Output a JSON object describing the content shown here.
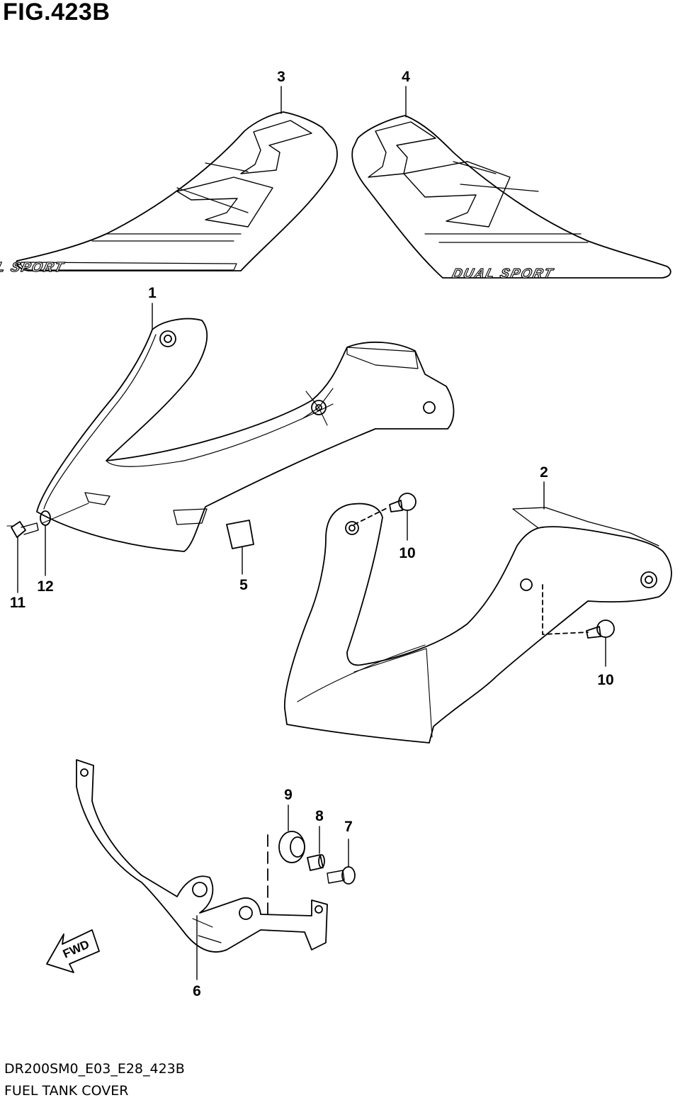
{
  "figure": {
    "title": "FIG.423B",
    "code": "DR200SM0_E03_E28_423B",
    "caption": "FUEL TANK COVER"
  },
  "callouts": [
    {
      "id": "c1",
      "label": "1",
      "part": "fuel tank cover, left"
    },
    {
      "id": "c2",
      "label": "2",
      "part": "fuel tank cover, right"
    },
    {
      "id": "c3",
      "label": "3",
      "part": "emblem, left"
    },
    {
      "id": "c4",
      "label": "4",
      "part": "emblem, right"
    },
    {
      "id": "c5",
      "label": "5",
      "part": "cushion"
    },
    {
      "id": "c6",
      "label": "6",
      "part": "bracket"
    },
    {
      "id": "c7",
      "label": "7",
      "part": "bolt"
    },
    {
      "id": "c8",
      "label": "8",
      "part": "spacer"
    },
    {
      "id": "c9",
      "label": "9",
      "part": "grommet"
    },
    {
      "id": "c10a",
      "label": "10",
      "part": "screw"
    },
    {
      "id": "c10b",
      "label": "10",
      "part": "screw"
    },
    {
      "id": "c11",
      "label": "11",
      "part": "bolt"
    },
    {
      "id": "c12",
      "label": "12",
      "part": "washer"
    }
  ],
  "decal_text": "DUAL SPORT",
  "direction_label": "FWD",
  "colors": {
    "line": "#000000",
    "background": "#ffffff"
  }
}
